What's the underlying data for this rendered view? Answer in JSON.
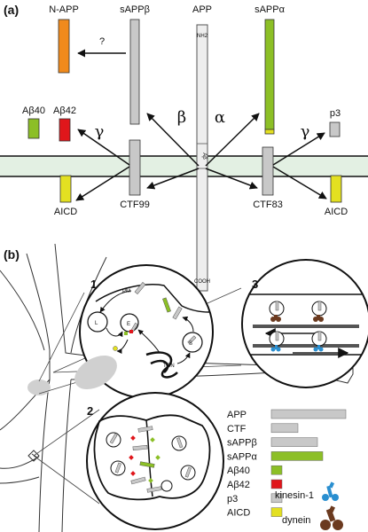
{
  "panel_a": {
    "label": "(a)",
    "app": "APP",
    "nh2": "NH2",
    "cooh": "COOH",
    "abeta_mark": "Aβ",
    "n_app": "N-APP",
    "sapp_beta": "sAPPβ",
    "sapp_alpha": "sAPPα",
    "question": "?",
    "beta": "β",
    "alpha": "α",
    "gamma_left": "γ",
    "gamma_right": "γ",
    "abeta40": "Aβ40",
    "abeta42": "Aβ42",
    "p3": "p3",
    "aicd_left": "AICD",
    "aicd_right": "AICD",
    "ctf99": "CTF99",
    "ctf83": "CTF83"
  },
  "panel_b": {
    "label": "(b)",
    "inset_1": "1",
    "inset_2": "2",
    "inset_3": "3",
    "pm": "PM",
    "l": "L",
    "e": "E",
    "s": "S",
    "tgn": "TGN"
  },
  "legend": {
    "items": [
      {
        "label": "APP",
        "color": "#c8c8c8"
      },
      {
        "label": "CTF",
        "color": "#c8c8c8"
      },
      {
        "label": "sAPPβ",
        "color": "#c8c8c8"
      },
      {
        "label": "sAPPα",
        "color": "#8cbf26"
      },
      {
        "label": "Aβ40",
        "color": "#8cbf26"
      },
      {
        "label": "Aβ42",
        "color": "#e0161b"
      },
      {
        "label": "p3",
        "color": "#c8c8c8"
      },
      {
        "label": "AICD",
        "color": "#e3e021"
      }
    ],
    "kinesin": "kinesin-1",
    "dynein": "dynein"
  },
  "colors": {
    "grey": "#c8c8c8",
    "green": "#8cbf26",
    "red": "#e0161b",
    "orange": "#f08a1c",
    "yellow": "#e3e021",
    "membrane": "#e3f0e3",
    "kinesin": "#2a8fd0",
    "dynein": "#6b3a1f"
  }
}
